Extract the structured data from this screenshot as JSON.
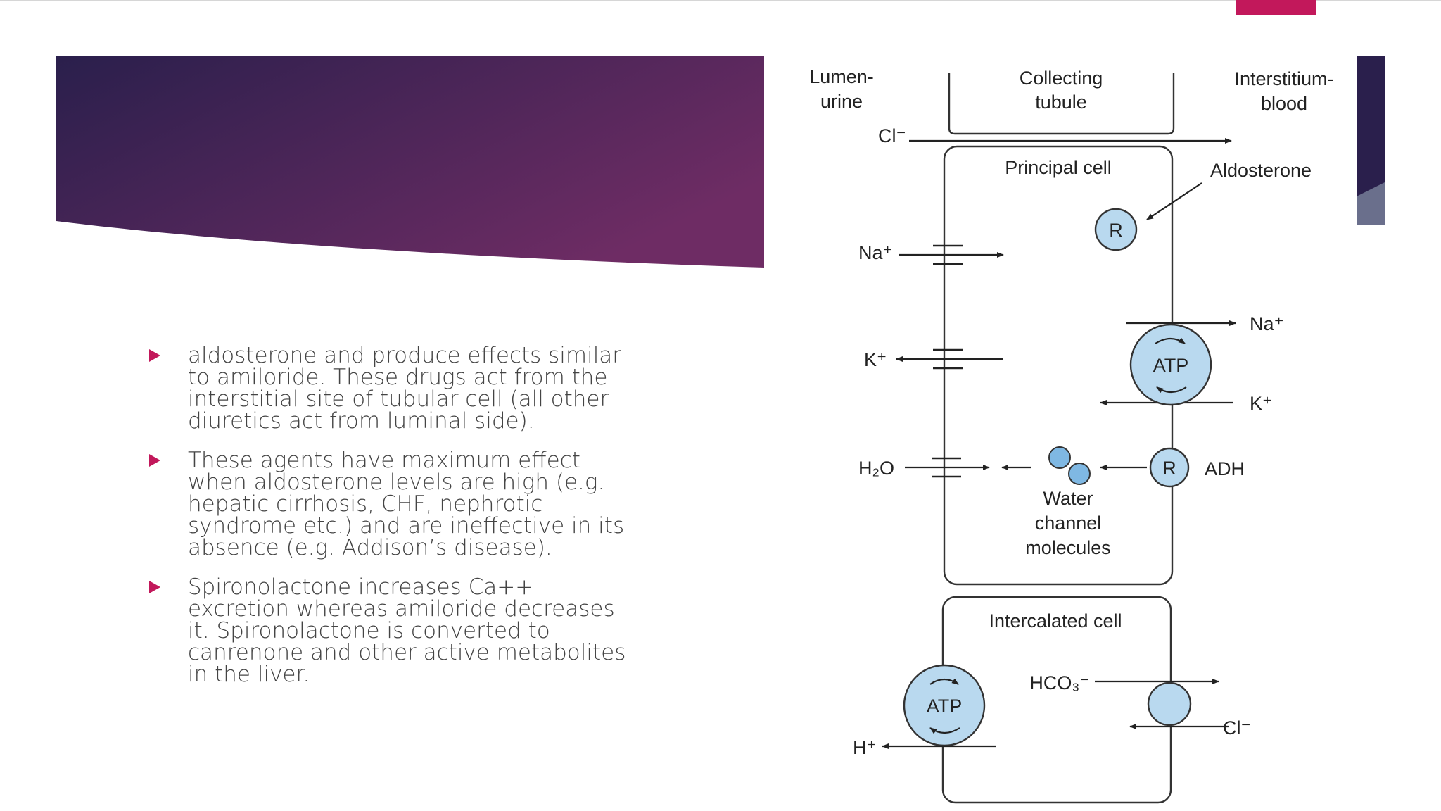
{
  "slide": {
    "bullets": [
      "aldosterone and produce effects similar to amiloride. These drugs act from the interstitial site of tubular cell (all other diuretics act from luminal side).",
      "These agents have maximum effect when aldosterone levels are high (e.g. hepatic cirrhosis, CHF, nephrotic syndrome etc.) and are ineffective in its absence (e.g. Addison’s disease).",
      "Spironolactone increases Ca++ excretion whereas amiloride decreases it. Spironolactone is converted to canrenone and other active metabolites in the liver."
    ]
  },
  "colors": {
    "accent": "#c2185b",
    "title_band_start": "#2a1f4c",
    "title_band_end": "#6e2c64",
    "diagram_circle_fill": "#b9d9ef"
  },
  "diagram": {
    "lumen_label": [
      "Lumen-",
      "urine"
    ],
    "tubule_label": [
      "Collecting",
      "tubule"
    ],
    "interstitium_label": [
      "Interstitium-",
      "blood"
    ],
    "cl_ion": "Cl⁻",
    "principal_cell": "Principal cell",
    "aldosterone": "Aldosterone",
    "receptor": "R",
    "na_ion": "Na⁺",
    "k_ion": "K⁺",
    "atp": "ATP",
    "water": "H₂O",
    "adh": "ADH",
    "water_channel": [
      "Water",
      "channel",
      "molecules"
    ],
    "intercalated_cell": "Intercalated cell",
    "bicarbonate": "HCO₃⁻",
    "h_ion": "H⁺"
  }
}
